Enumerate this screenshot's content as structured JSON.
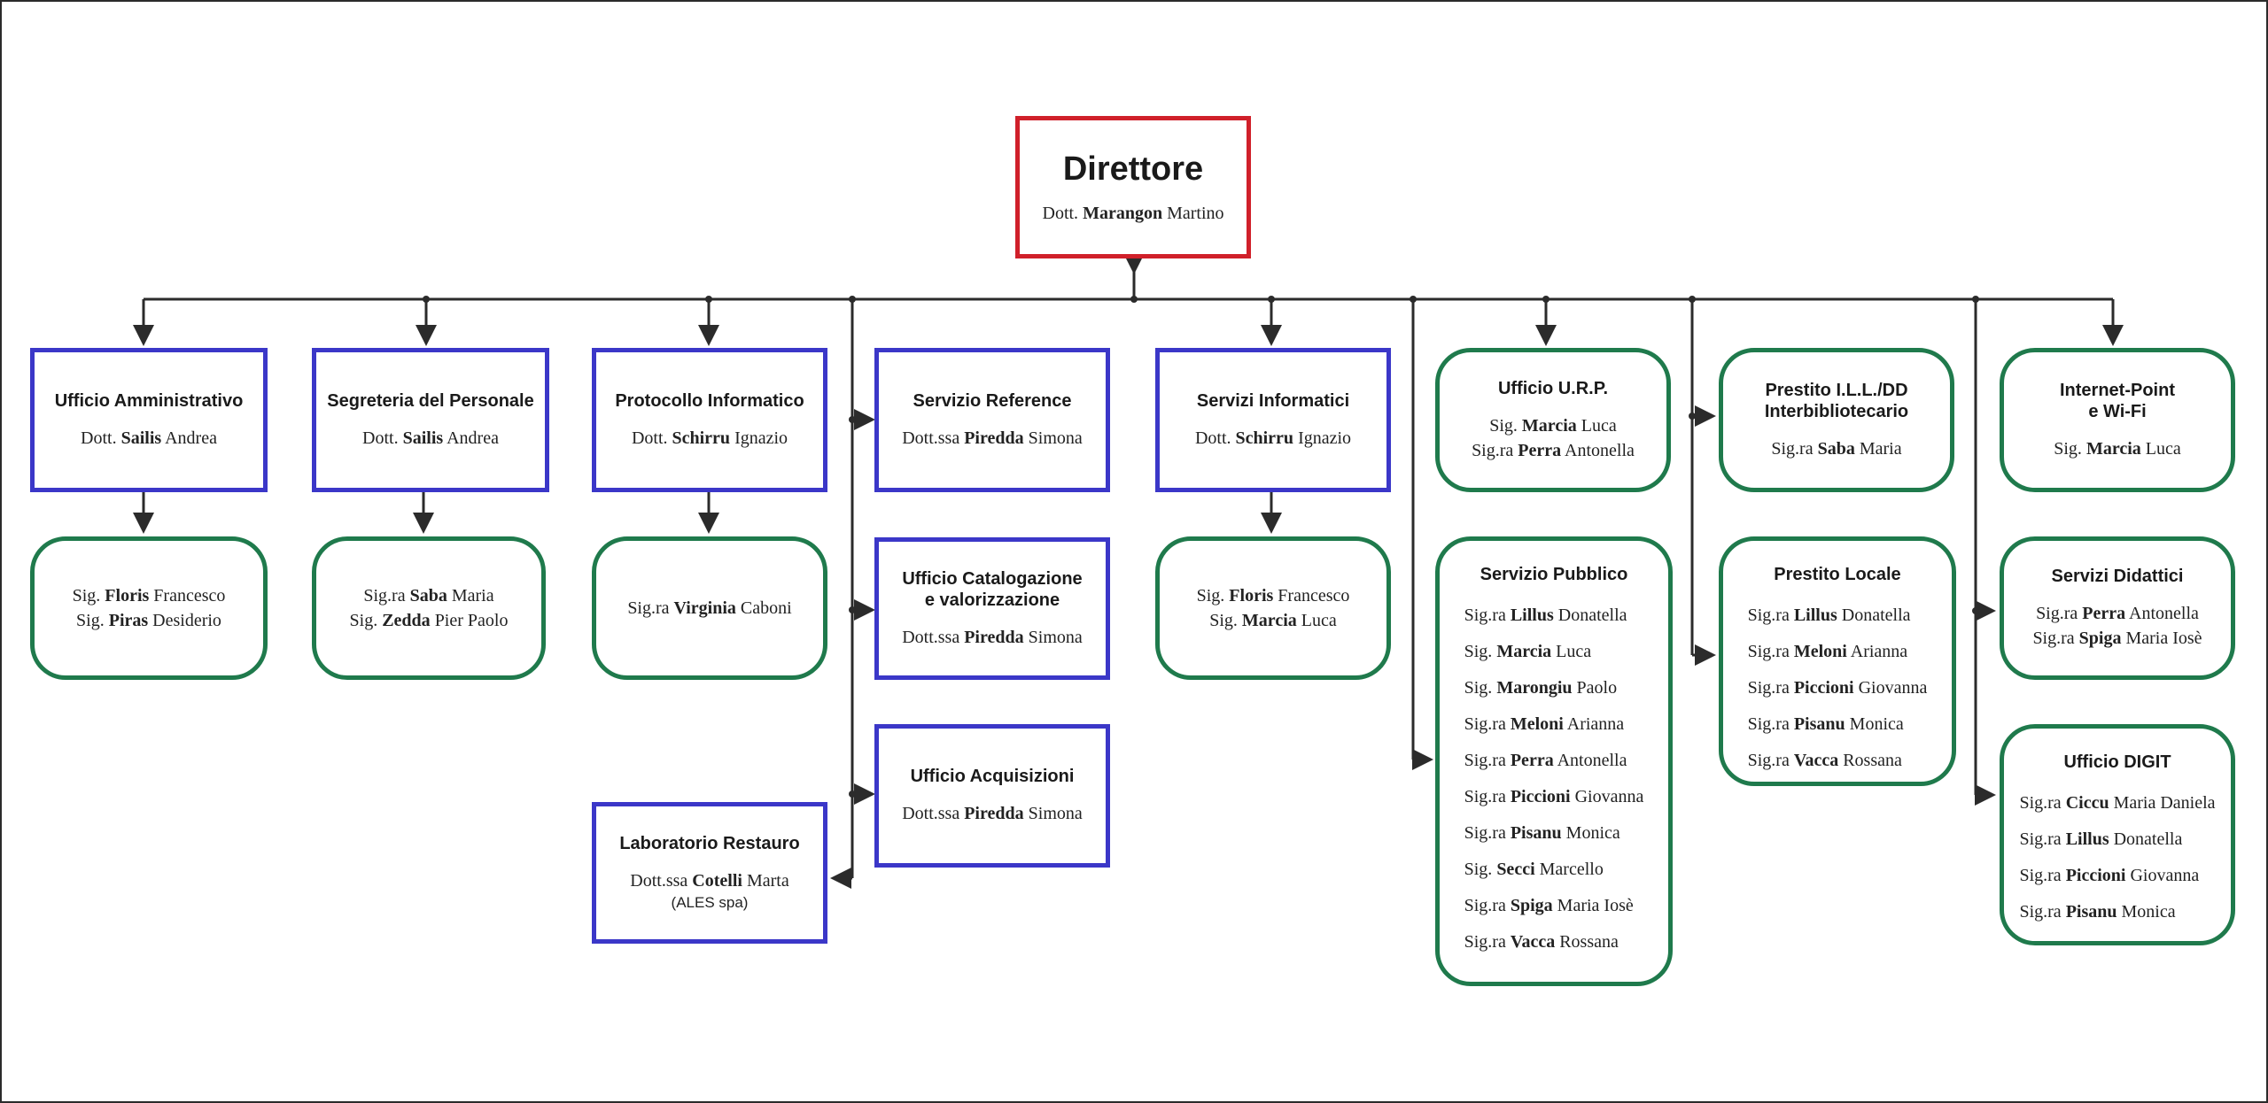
{
  "director": {
    "title": "Direttore",
    "person": {
      "pre": "Dott.",
      "surname": "Marangon",
      "name": "Martino"
    }
  },
  "offices": {
    "amministrativo": {
      "title": "Ufficio Amministrativo",
      "people": [
        {
          "pre": "Dott.",
          "surname": "Sailis",
          "name": "Andrea"
        }
      ]
    },
    "amministrativo_staff": {
      "people": [
        {
          "pre": "Sig.",
          "surname": "Floris",
          "name": "Francesco"
        },
        {
          "pre": "Sig.",
          "surname": "Piras",
          "name": "Desiderio"
        }
      ]
    },
    "segreteria": {
      "title": "Segreteria del Personale",
      "people": [
        {
          "pre": "Dott.",
          "surname": "Sailis",
          "name": "Andrea"
        }
      ]
    },
    "segreteria_staff": {
      "people": [
        {
          "pre": "Sig.ra",
          "surname": "Saba",
          "name": "Maria"
        },
        {
          "pre": "Sig.",
          "surname": "Zedda",
          "name": "Pier Paolo"
        }
      ]
    },
    "protocollo": {
      "title": "Protocollo Informatico",
      "people": [
        {
          "pre": "Dott.",
          "surname": "Schirru",
          "name": "Ignazio"
        }
      ]
    },
    "protocollo_staff": {
      "people": [
        {
          "pre": "Sig.ra",
          "surname": "Virginia",
          "name": "Caboni"
        }
      ]
    },
    "restauro": {
      "title": "Laboratorio Restauro",
      "people": [
        {
          "pre": "Dott.ssa",
          "surname": "Cotelli",
          "name": "Marta"
        }
      ],
      "company": "(ALES spa)"
    },
    "reference": {
      "title": "Servizio Reference",
      "people": [
        {
          "pre": "Dott.ssa",
          "surname": "Piredda",
          "name": "Simona"
        }
      ]
    },
    "catalogazione": {
      "title": "Ufficio Catalogazione\ne valorizzazione",
      "people": [
        {
          "pre": "Dott.ssa",
          "surname": "Piredda",
          "name": "Simona"
        }
      ]
    },
    "acquisizioni": {
      "title": "Ufficio Acquisizioni",
      "people": [
        {
          "pre": "Dott.ssa",
          "surname": "Piredda",
          "name": "Simona"
        }
      ]
    },
    "informatici": {
      "title": "Servizi Informatici",
      "people": [
        {
          "pre": "Dott.",
          "surname": "Schirru",
          "name": "Ignazio"
        }
      ]
    },
    "informatici_staff": {
      "people": [
        {
          "pre": "Sig.",
          "surname": "Floris",
          "name": "Francesco"
        },
        {
          "pre": "Sig.",
          "surname": "Marcia",
          "name": "Luca"
        }
      ]
    },
    "urp": {
      "title": "Ufficio U.R.P.",
      "people": [
        {
          "pre": "Sig.",
          "surname": "Marcia",
          "name": "Luca"
        },
        {
          "pre": "Sig.ra",
          "surname": "Perra",
          "name": "Antonella"
        }
      ]
    },
    "pubblico": {
      "title": "Servizio Pubblico",
      "people": [
        {
          "pre": "Sig.ra",
          "surname": "Lillus",
          "name": "Donatella"
        },
        {
          "pre": "Sig.",
          "surname": "Marcia",
          "name": "Luca"
        },
        {
          "pre": "Sig.",
          "surname": "Marongiu",
          "name": "Paolo"
        },
        {
          "pre": "Sig.ra",
          "surname": "Meloni",
          "name": "Arianna"
        },
        {
          "pre": "Sig.ra",
          "surname": "Perra",
          "name": "Antonella"
        },
        {
          "pre": "Sig.ra",
          "surname": "Piccioni",
          "name": "Giovanna"
        },
        {
          "pre": "Sig.ra",
          "surname": "Pisanu",
          "name": "Monica"
        },
        {
          "pre": "Sig.",
          "surname": "Secci",
          "name": "Marcello"
        },
        {
          "pre": "Sig.ra",
          "surname": "Spiga",
          "name": "Maria Iosè"
        },
        {
          "pre": "Sig.ra",
          "surname": "Vacca",
          "name": "Rossana"
        }
      ]
    },
    "ill": {
      "title": "Prestito I.L.L./DD\nInterbibliotecario",
      "people": [
        {
          "pre": "Sig.ra",
          "surname": "Saba",
          "name": "Maria"
        }
      ]
    },
    "locale": {
      "title": "Prestito Locale",
      "people": [
        {
          "pre": "Sig.ra",
          "surname": "Lillus",
          "name": "Donatella"
        },
        {
          "pre": "Sig.ra",
          "surname": "Meloni",
          "name": "Arianna"
        },
        {
          "pre": "Sig.ra",
          "surname": "Piccioni",
          "name": "Giovanna"
        },
        {
          "pre": "Sig.ra",
          "surname": "Pisanu",
          "name": "Monica"
        },
        {
          "pre": "Sig.ra",
          "surname": "Vacca",
          "name": "Rossana"
        }
      ]
    },
    "internet": {
      "title": "Internet-Point\ne Wi-Fi",
      "people": [
        {
          "pre": "Sig.",
          "surname": "Marcia",
          "name": "Luca"
        }
      ]
    },
    "didattici": {
      "title": "Servizi Didattici",
      "people": [
        {
          "pre": "Sig.ra",
          "surname": "Perra",
          "name": "Antonella"
        },
        {
          "pre": "Sig.ra",
          "surname": "Spiga",
          "name": "Maria Iosè"
        }
      ]
    },
    "digit": {
      "title": "Ufficio DIGIT",
      "people": [
        {
          "pre": "Sig.ra",
          "surname": "Ciccu",
          "name": "Maria Daniela"
        },
        {
          "pre": "Sig.ra",
          "surname": "Lillus",
          "name": "Donatella"
        },
        {
          "pre": "Sig.ra",
          "surname": "Piccioni",
          "name": "Giovanna"
        },
        {
          "pre": "Sig.ra",
          "surname": "Pisanu",
          "name": "Monica"
        }
      ]
    }
  },
  "colors": {
    "manager_border": "#3b37c8",
    "staff_border": "#1f7a4c",
    "director_border": "#d0202a",
    "connector": "#2b2b2b"
  }
}
